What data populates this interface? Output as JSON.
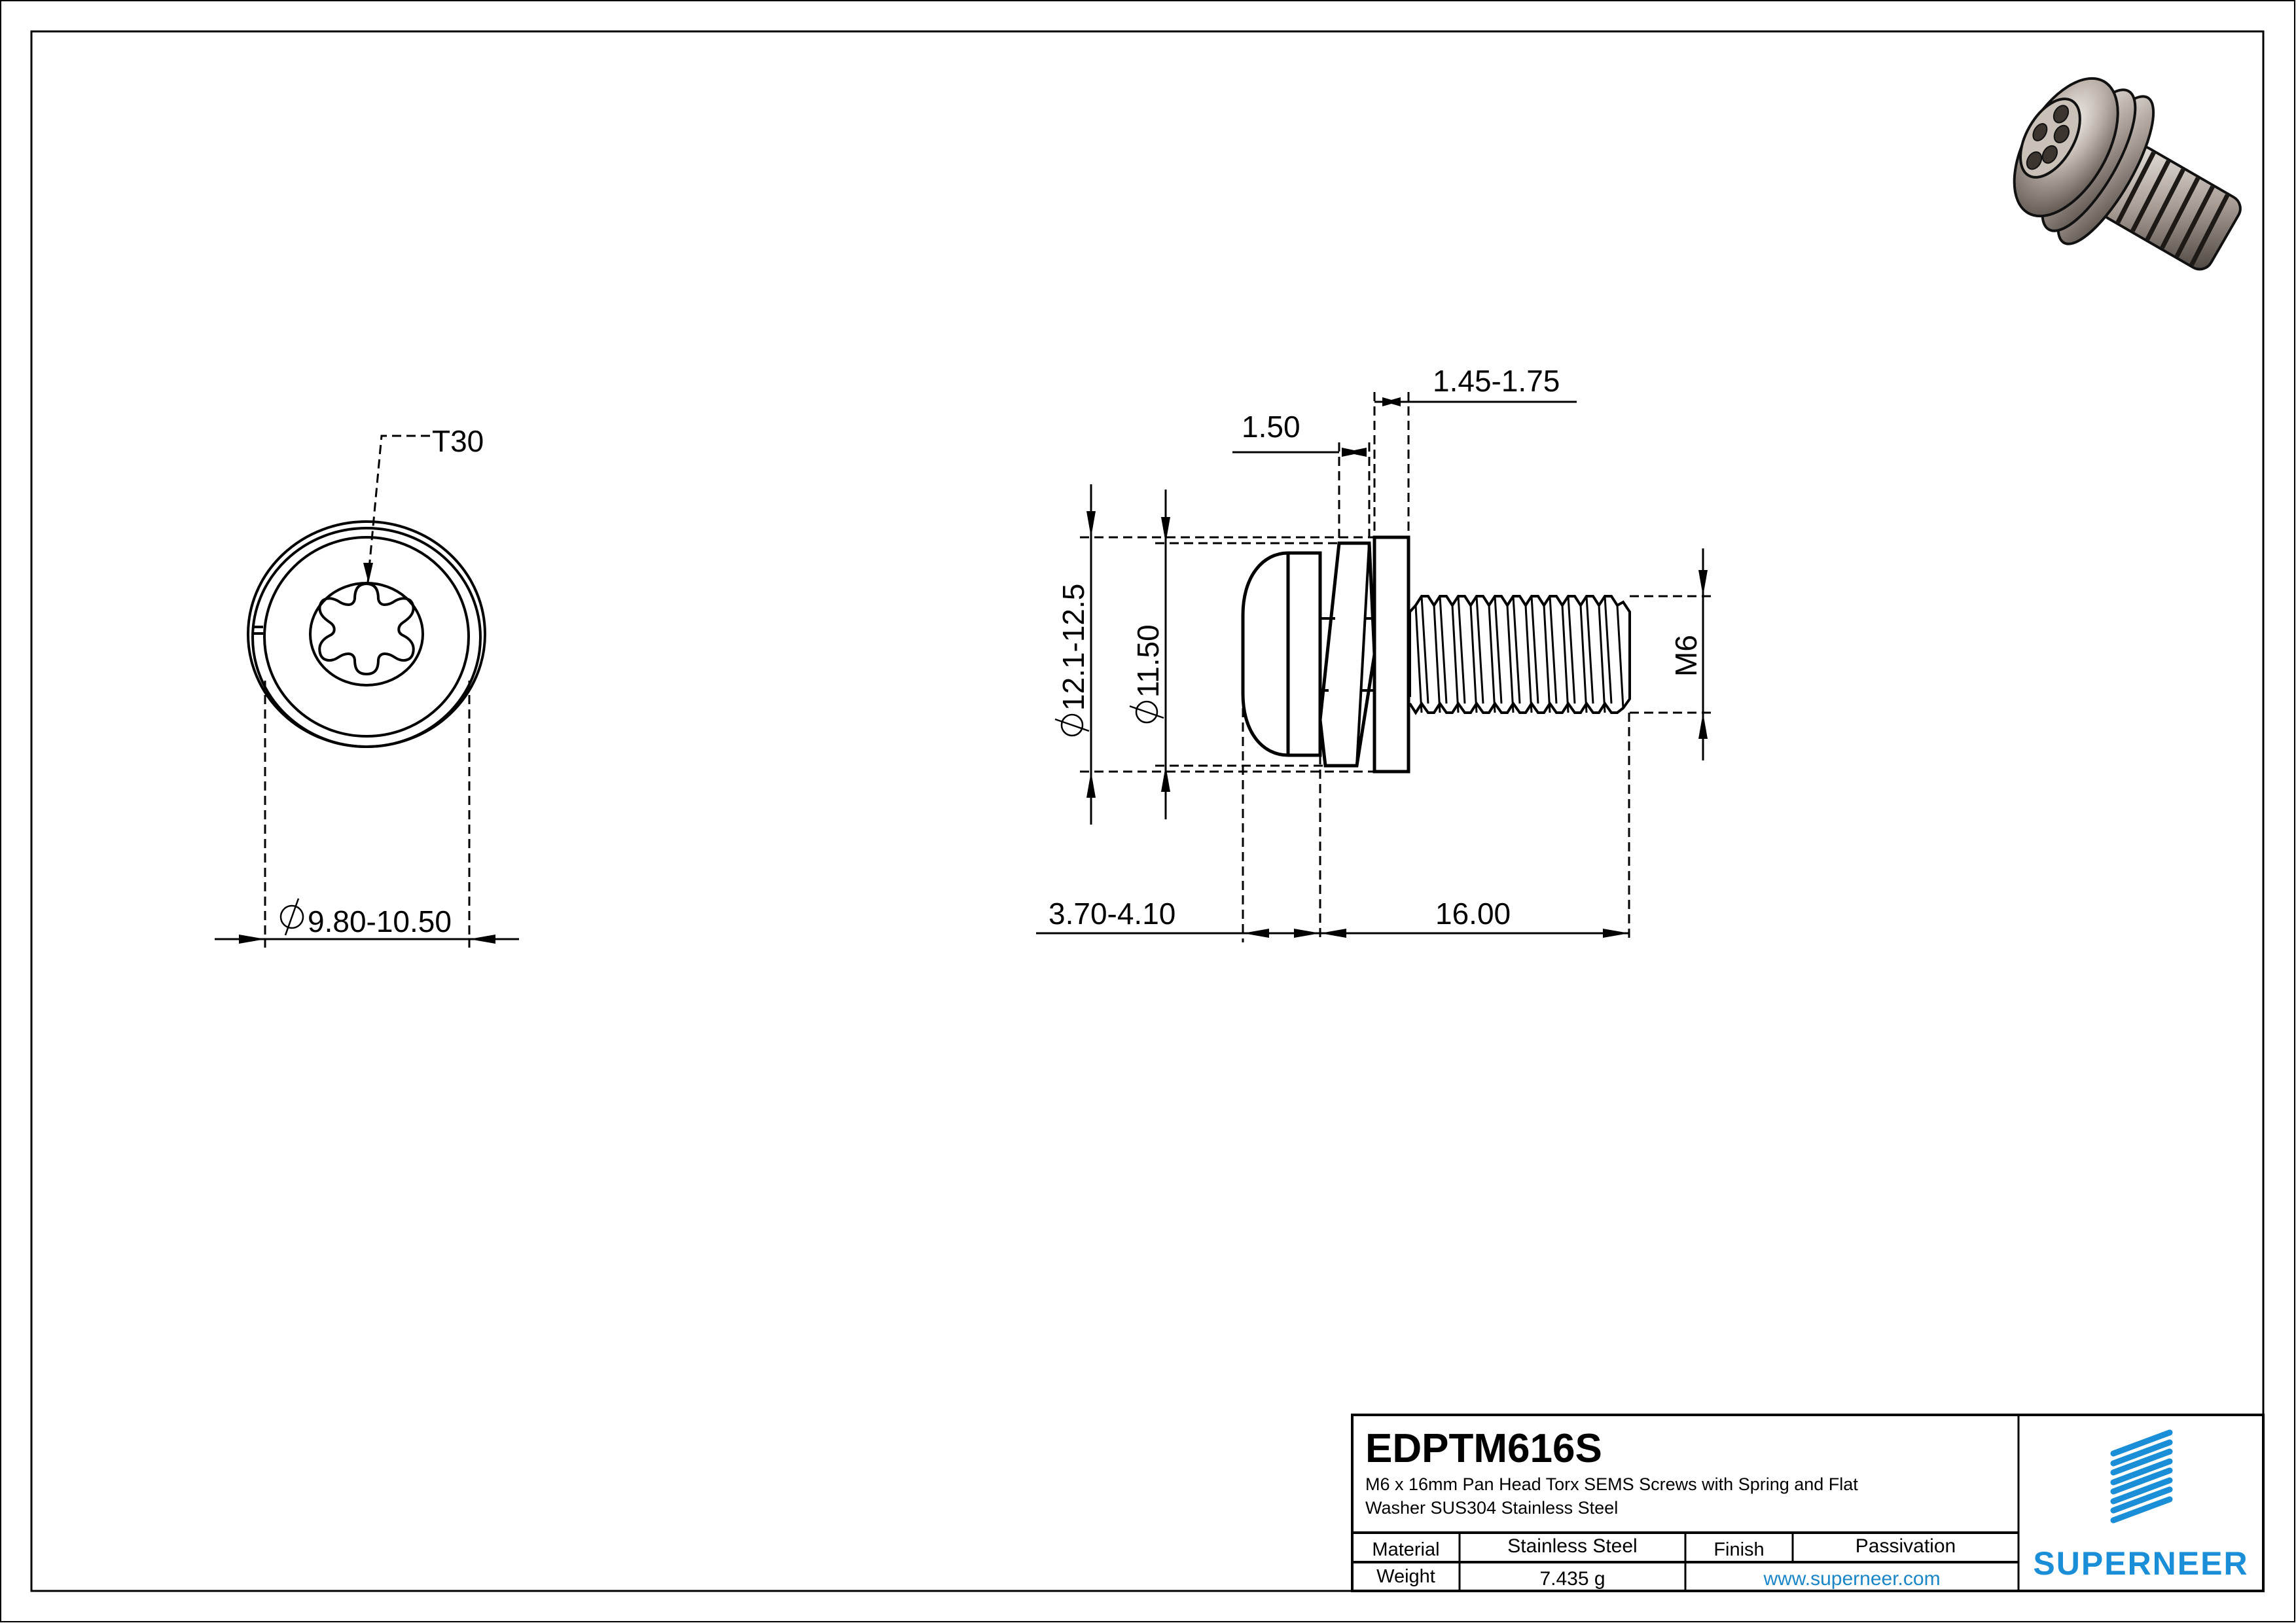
{
  "drawing": {
    "part_number": "EDPTM616S",
    "description": "M6 x 16mm Pan Head Torx SEMS Screws with Spring and Flat Washer SUS304 Stainless Steel",
    "description_lines": [
      "M6 x 16mm Pan Head Torx SEMS Screws with Spring and Flat",
      "Washer SUS304 Stainless Steel"
    ]
  },
  "front_view": {
    "drive_callout": "T30",
    "diameter_dim": "9.80-10.50",
    "diameter_symbol": "⌀"
  },
  "side_view": {
    "dims": {
      "flat_washer_thickness": "1.45-1.75",
      "spring_washer_thickness": "1.50",
      "flat_washer_od": "12.1-12.5",
      "spring_washer_od": "11.50",
      "head_height": "3.70-4.10",
      "length": "16.00",
      "thread": "M6"
    }
  },
  "title_block": {
    "material_label": "Material",
    "material_value": "Stainless Steel",
    "finish_label": "Finish",
    "finish_value": "Passivation",
    "weight_label": "Weight",
    "weight_value": "7.435 g",
    "website": "www.superneer.com"
  },
  "logo": {
    "brand": "SUPERNEER",
    "color": "#1a8fd8"
  },
  "render_3d": {
    "icon": "sems-screw-3d-render"
  }
}
